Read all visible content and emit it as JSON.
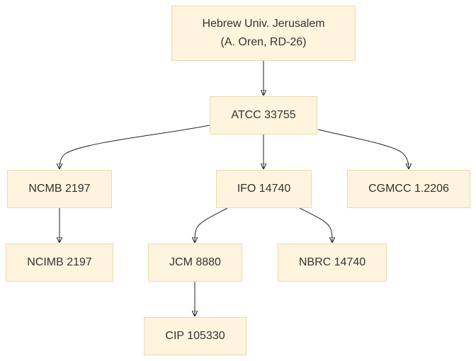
{
  "diagram": {
    "nodes": {
      "hebrew": {
        "line1": "Hebrew Univ. Jerusalem",
        "line2": "(A. Oren, RD-26)"
      },
      "atcc": {
        "label": "ATCC 33755"
      },
      "ncmb": {
        "label": "NCMB 2197"
      },
      "ifo": {
        "label": "IFO 14740"
      },
      "cgmcc": {
        "label": "CGMCC 1.2206"
      },
      "ncimb": {
        "label": "NCIMB 2197"
      },
      "jcm": {
        "label": "JCM 8880"
      },
      "nbrc": {
        "label": "NBRC 14740"
      },
      "cip": {
        "label": "CIP 105330"
      }
    },
    "edges": [
      {
        "from": "hebrew",
        "to": "atcc"
      },
      {
        "from": "atcc",
        "to": "ncmb"
      },
      {
        "from": "atcc",
        "to": "ifo"
      },
      {
        "from": "atcc",
        "to": "cgmcc"
      },
      {
        "from": "ncmb",
        "to": "ncimb"
      },
      {
        "from": "ifo",
        "to": "jcm"
      },
      {
        "from": "ifo",
        "to": "nbrc"
      },
      {
        "from": "jcm",
        "to": "cip"
      }
    ]
  }
}
